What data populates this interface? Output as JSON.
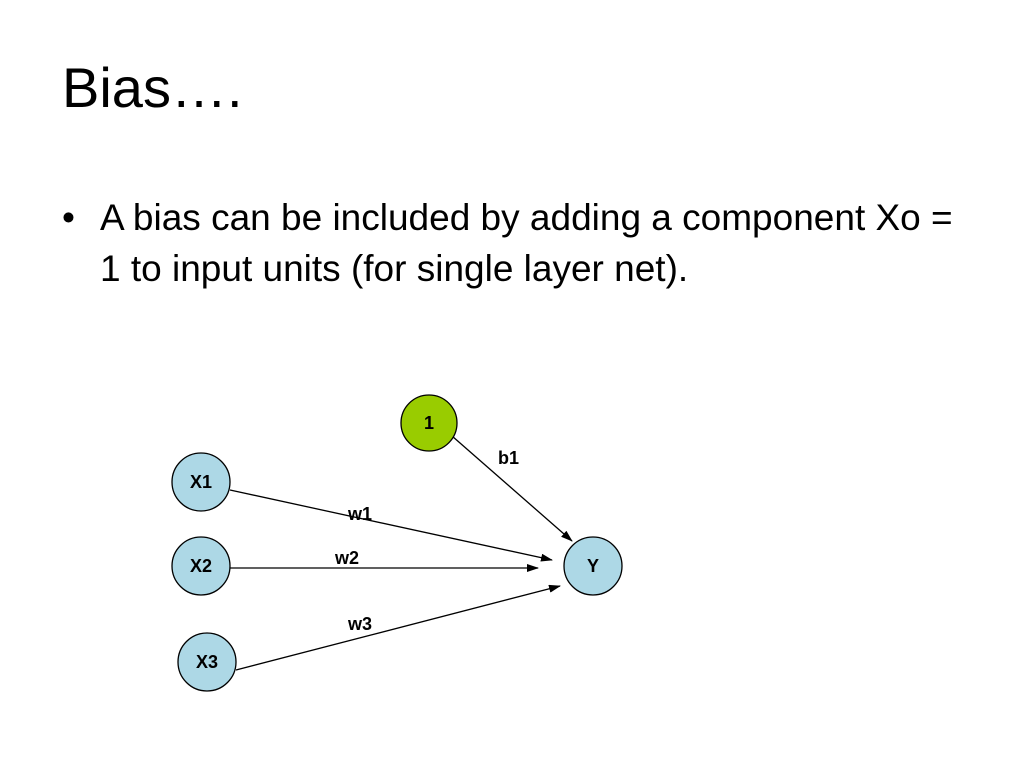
{
  "slide": {
    "title": "Bias….",
    "bullets": [
      {
        "marker": "•",
        "text": "A bias can be included by adding a component Xo = 1 to input units (for single layer net)."
      }
    ]
  },
  "diagram": {
    "colors": {
      "input_fill": "#add8e6",
      "bias_fill": "#99cc00",
      "stroke": "#000000"
    },
    "nodes": {
      "bias": "1",
      "x1": "X1",
      "x2": "X2",
      "x3": "X3",
      "y": "Y"
    },
    "edges": {
      "b1": "b1",
      "w1": "w1",
      "w2": "w2",
      "w3": "w3"
    }
  }
}
